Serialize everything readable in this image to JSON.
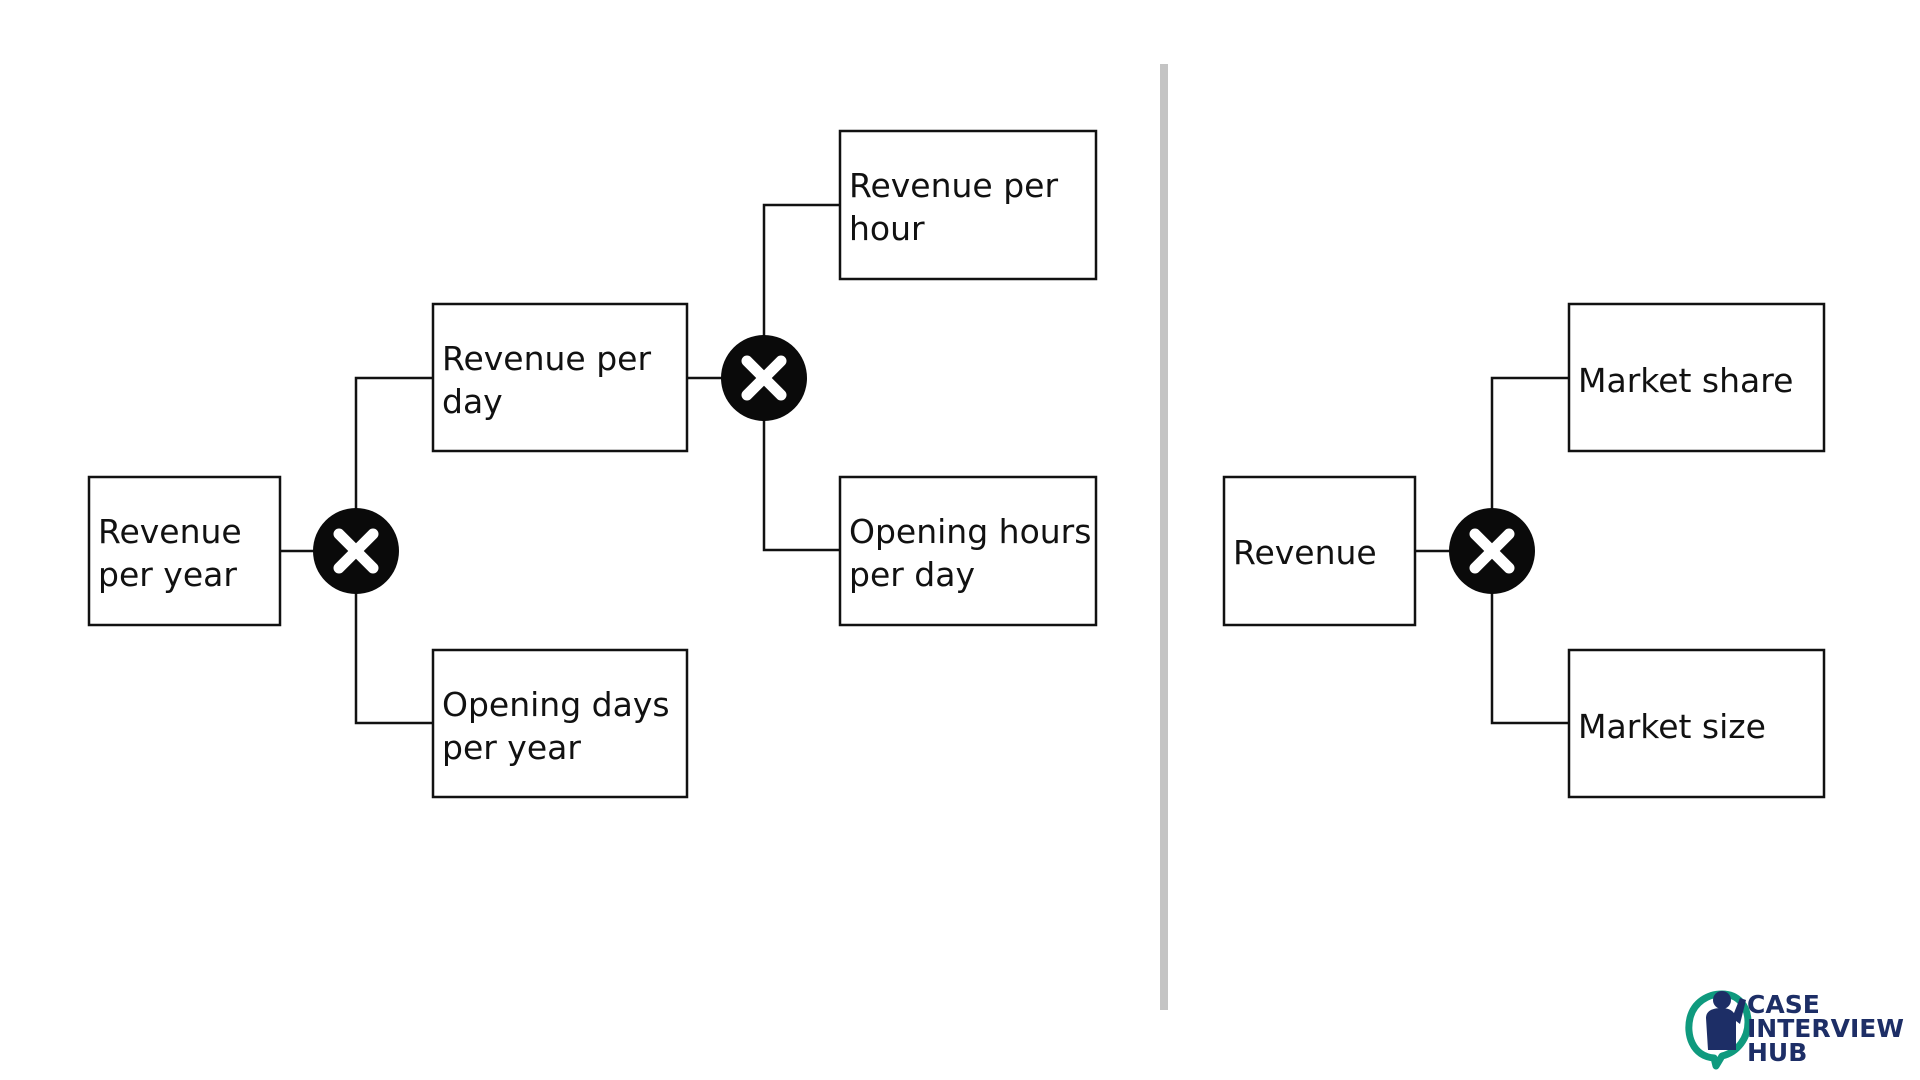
{
  "diagram": {
    "left_tree": {
      "root": {
        "lines": [
          "Revenue",
          "per year"
        ]
      },
      "branch_top": {
        "lines": [
          "Revenue per",
          "day"
        ]
      },
      "branch_bottom": {
        "lines": [
          "Opening days",
          "per year"
        ]
      },
      "leaf_top": {
        "lines": [
          "Revenue per",
          "hour"
        ]
      },
      "leaf_bottom": {
        "lines": [
          "Opening hours",
          "per day"
        ]
      }
    },
    "right_tree": {
      "root": {
        "lines": [
          "Revenue"
        ]
      },
      "leaf_top": {
        "lines": [
          "Market share"
        ]
      },
      "leaf_bottom": {
        "lines": [
          "Market size"
        ]
      }
    },
    "operator": "multiply",
    "operator_icon": "multiply-x-icon"
  },
  "brand": {
    "lines": [
      "CASE",
      "INTERVIEW",
      "HUB"
    ],
    "icon": "person-head-logo-icon"
  },
  "colors": {
    "node_stroke": "#111111",
    "divider": "#c4c4c4",
    "operator_fill": "#0a0a0a",
    "brand_navy": "#1d2e66",
    "brand_teal": "#0f9a7e"
  }
}
